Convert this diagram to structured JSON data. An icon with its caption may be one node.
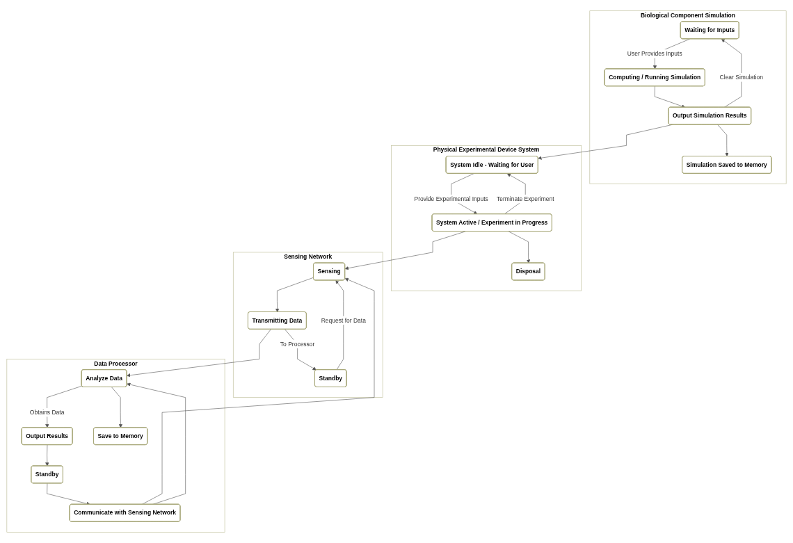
{
  "diagram": {
    "nodes": [
      {
        "text": [
          "Biological Component Simulation"
        ]
      },
      {
        "text": [
          "Waiting for Inputs"
        ],
        "in": 0
      },
      {
        "text": [
          "Computing / Running Simulation"
        ],
        "in": 0
      },
      {
        "text": [
          "Output Simulation Results"
        ],
        "in": 0
      },
      {
        "text": [
          "Simulation Saved to Memory"
        ],
        "in": 0
      },
      {
        "text": [
          "Physical Experimental Device System"
        ]
      },
      {
        "text": [
          "System Idle - Waiting for User"
        ],
        "in": 5
      },
      {
        "text": [
          "System Active / Experiment in Progress"
        ],
        "in": 5
      },
      {
        "text": [
          "Disposal"
        ],
        "in": 5
      },
      {
        "text": [
          "Data Processor"
        ]
      },
      {
        "text": [
          "Standby"
        ],
        "in": 9
      },
      {
        "text": [
          "Communicate with Sensing Network"
        ],
        "in": 9
      },
      {
        "text": [
          "Output Results"
        ],
        "in": 9
      },
      {
        "text": [
          "Analyze Data"
        ],
        "in": 9
      },
      {
        "text": [
          "Save to Memory"
        ],
        "in": 9
      },
      {
        "text": [
          "Sensing Network"
        ]
      },
      {
        "text": [
          "Sensing"
        ],
        "in": 15
      },
      {
        "text": [
          "Standby"
        ],
        "in": 15
      },
      {
        "text": [
          "Transmitting Data"
        ],
        "in": 15
      }
    ],
    "edges": [
      {
        "from": 1,
        "to": 2,
        "arrow": "to",
        "label": "User Provides Inputs"
      },
      {
        "from": 2,
        "to": 3,
        "arrow": "to"
      },
      {
        "from": 3,
        "to": 1,
        "arrow": "to",
        "label": "Clear Simulation"
      },
      {
        "from": 3,
        "to": 4,
        "arrow": "to"
      },
      {
        "from": 3,
        "to": 6,
        "arrow": "to"
      },
      {
        "from": 6,
        "to": 7,
        "arrow": "to",
        "label": "Provide Experimental Inputs"
      },
      {
        "from": 7,
        "to": 6,
        "arrow": "to",
        "label": "Terminate Experiment"
      },
      {
        "from": 7,
        "to": 8,
        "arrow": "to"
      },
      {
        "from": 7,
        "to": 16,
        "arrow": "to"
      },
      {
        "from": 12,
        "to": 10,
        "arrow": "to"
      },
      {
        "from": 10,
        "to": 11,
        "arrow": "to"
      },
      {
        "from": 11,
        "to": 16,
        "arrow": "to"
      },
      {
        "from": 11,
        "to": 13,
        "arrow": "to"
      },
      {
        "from": 13,
        "to": 12,
        "arrow": "to",
        "label": "Obtains Data"
      },
      {
        "from": 13,
        "to": 14,
        "arrow": "to"
      },
      {
        "from": 17,
        "to": 16,
        "arrow": "to",
        "label": "Request for Data"
      },
      {
        "from": 16,
        "to": 18,
        "arrow": "to"
      },
      {
        "from": 18,
        "to": 17,
        "arrow": "to",
        "label": "To Processor"
      },
      {
        "from": 18,
        "to": 13,
        "arrow": "to"
      }
    ]
  }
}
